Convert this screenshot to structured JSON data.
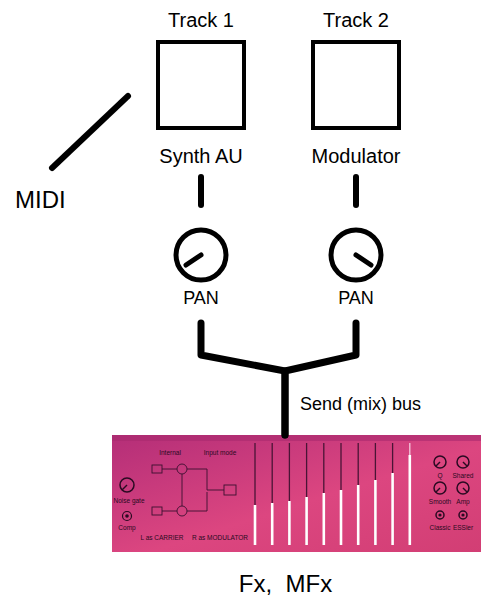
{
  "diagram": {
    "nodes": [
      {
        "text": [
          "Track 1",
          "Synth AU"
        ]
      },
      {
        "text": [
          "Track 2",
          "Modulator"
        ]
      },
      {
        "text": [
          "PAN"
        ]
      },
      {
        "text": [
          "PAN"
        ]
      },
      {
        "text": [
          "Fx,  MFx"
        ]
      }
    ],
    "edges": [
      {
        "from": 0,
        "to": 2,
        "arrow": "none"
      },
      {
        "from": 1,
        "to": 3,
        "arrow": "none"
      },
      {
        "from": 2,
        "to": 4,
        "arrow": "none"
      },
      {
        "from": 3,
        "to": 4,
        "arrow": "none"
      }
    ],
    "labels": [
      "MIDI",
      "Send (mix) bus",
      "Internal",
      "Input mode",
      "Noise gate",
      "Comp",
      "L as CARRIER",
      "R as MODULATOR",
      "Q",
      "Shared",
      "Smooth",
      "Amp",
      "Classic",
      "ESSler"
    ]
  }
}
